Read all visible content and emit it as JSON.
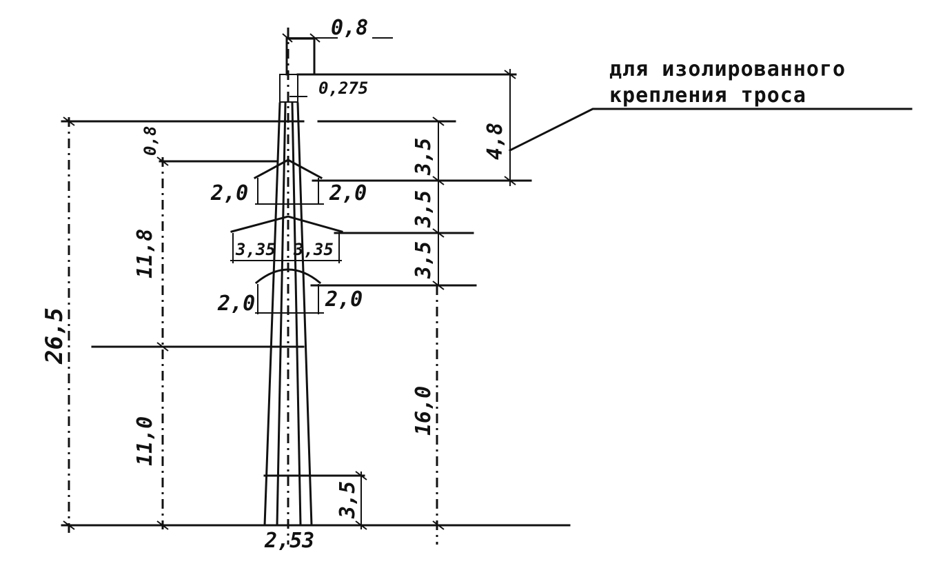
{
  "drawing": {
    "note": {
      "line1": "для изолированного",
      "line2": "крепления троса"
    },
    "dims": {
      "top_width": "0,8",
      "ground_wire_offset": "0,275",
      "ground_wire_height": "4,8",
      "top_gap": "0,8",
      "spacing_1": "3,5",
      "spacing_2": "3,5",
      "spacing_3": "3,5",
      "upper_arm_left": "2,0",
      "upper_arm_right": "2,0",
      "middle_arm_left": "3,35",
      "middle_arm_right": "3,35",
      "lower_arm_left": "2,0",
      "lower_arm_right": "2,0",
      "upper_section": "11,8",
      "lower_section": "11,0",
      "total_height": "26,5",
      "lowest_arm_height": "16,0",
      "base_brace": "3,5",
      "base_width": "2,53"
    }
  }
}
